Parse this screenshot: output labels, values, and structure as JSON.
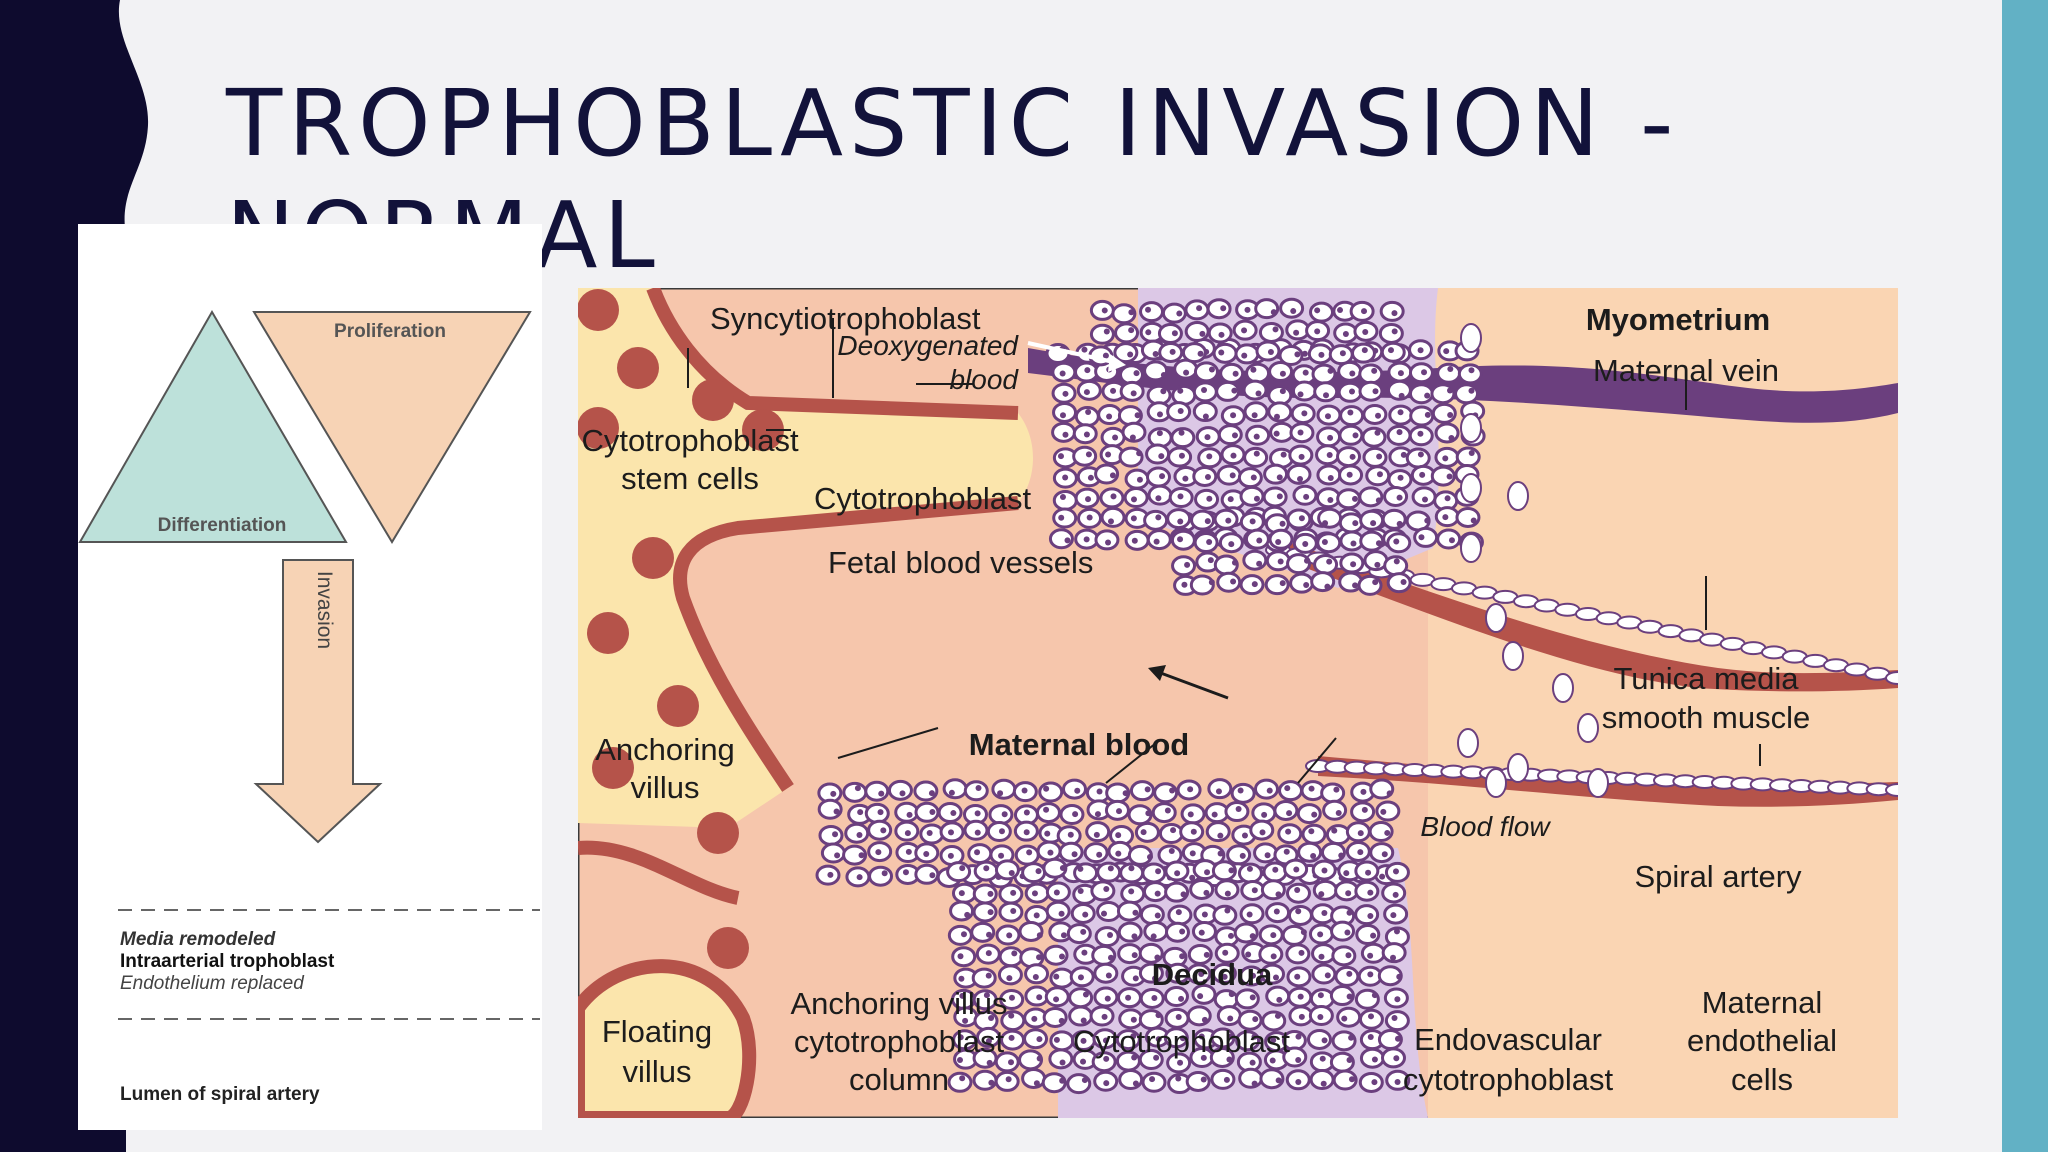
{
  "slide": {
    "title": "TROPHOBLASTIC INVASION - NORMAL"
  },
  "left_figure": {
    "proliferation": "Proliferation",
    "differentiation": "Differentiation",
    "invasion": "Invasion",
    "remodel_line1": "Media remodeled",
    "remodel_line2": "Intraarterial trophoblast",
    "remodel_line3": "Endothelium replaced",
    "lumen": "Lumen of spiral artery"
  },
  "diagram": {
    "syncytiotrophoblast": "Syncytiotrophoblast",
    "deoxygenated_1": "Deoxygenated",
    "deoxygenated_2": "blood",
    "myometrium": "Myometrium",
    "maternal_vein": "Maternal vein",
    "cyto_stem_1": "Cytotrophoblast",
    "cyto_stem_2": "stem cells",
    "cytotrophoblast": "Cytotrophoblast",
    "fetal_vessels": "Fetal blood vessels",
    "tunica_1": "Tunica media",
    "tunica_2": "smooth muscle",
    "anchoring_1": "Anchoring",
    "anchoring_2": "villus",
    "maternal_blood": "Maternal blood",
    "blood_flow": "Blood flow",
    "spiral_artery": "Spiral artery",
    "decidua": "Decidua",
    "anch_col_1": "Anchoring villus",
    "anch_col_2": "cytotrophoblast",
    "anch_col_3": "column",
    "floating_1": "Floating",
    "floating_2": "villus",
    "cyto_bottom": "Cytotrophoblast",
    "endovascular_1": "Endovascular",
    "endovascular_2": "cytotrophoblast",
    "maternal_endo_1": "Maternal",
    "maternal_endo_2": "endothelial",
    "maternal_endo_3": "cells"
  },
  "colors": {
    "background": "#f2f2f4",
    "left_band": "#0e0b2e",
    "right_band": "#62b1c5",
    "title": "#12123a",
    "maternal_tissue": "#f6c6ac",
    "villus_core": "#fbe5ac",
    "decidua": "#dcc8e6",
    "vein": "#6b3f7e",
    "syncytium": "#b5534a"
  }
}
